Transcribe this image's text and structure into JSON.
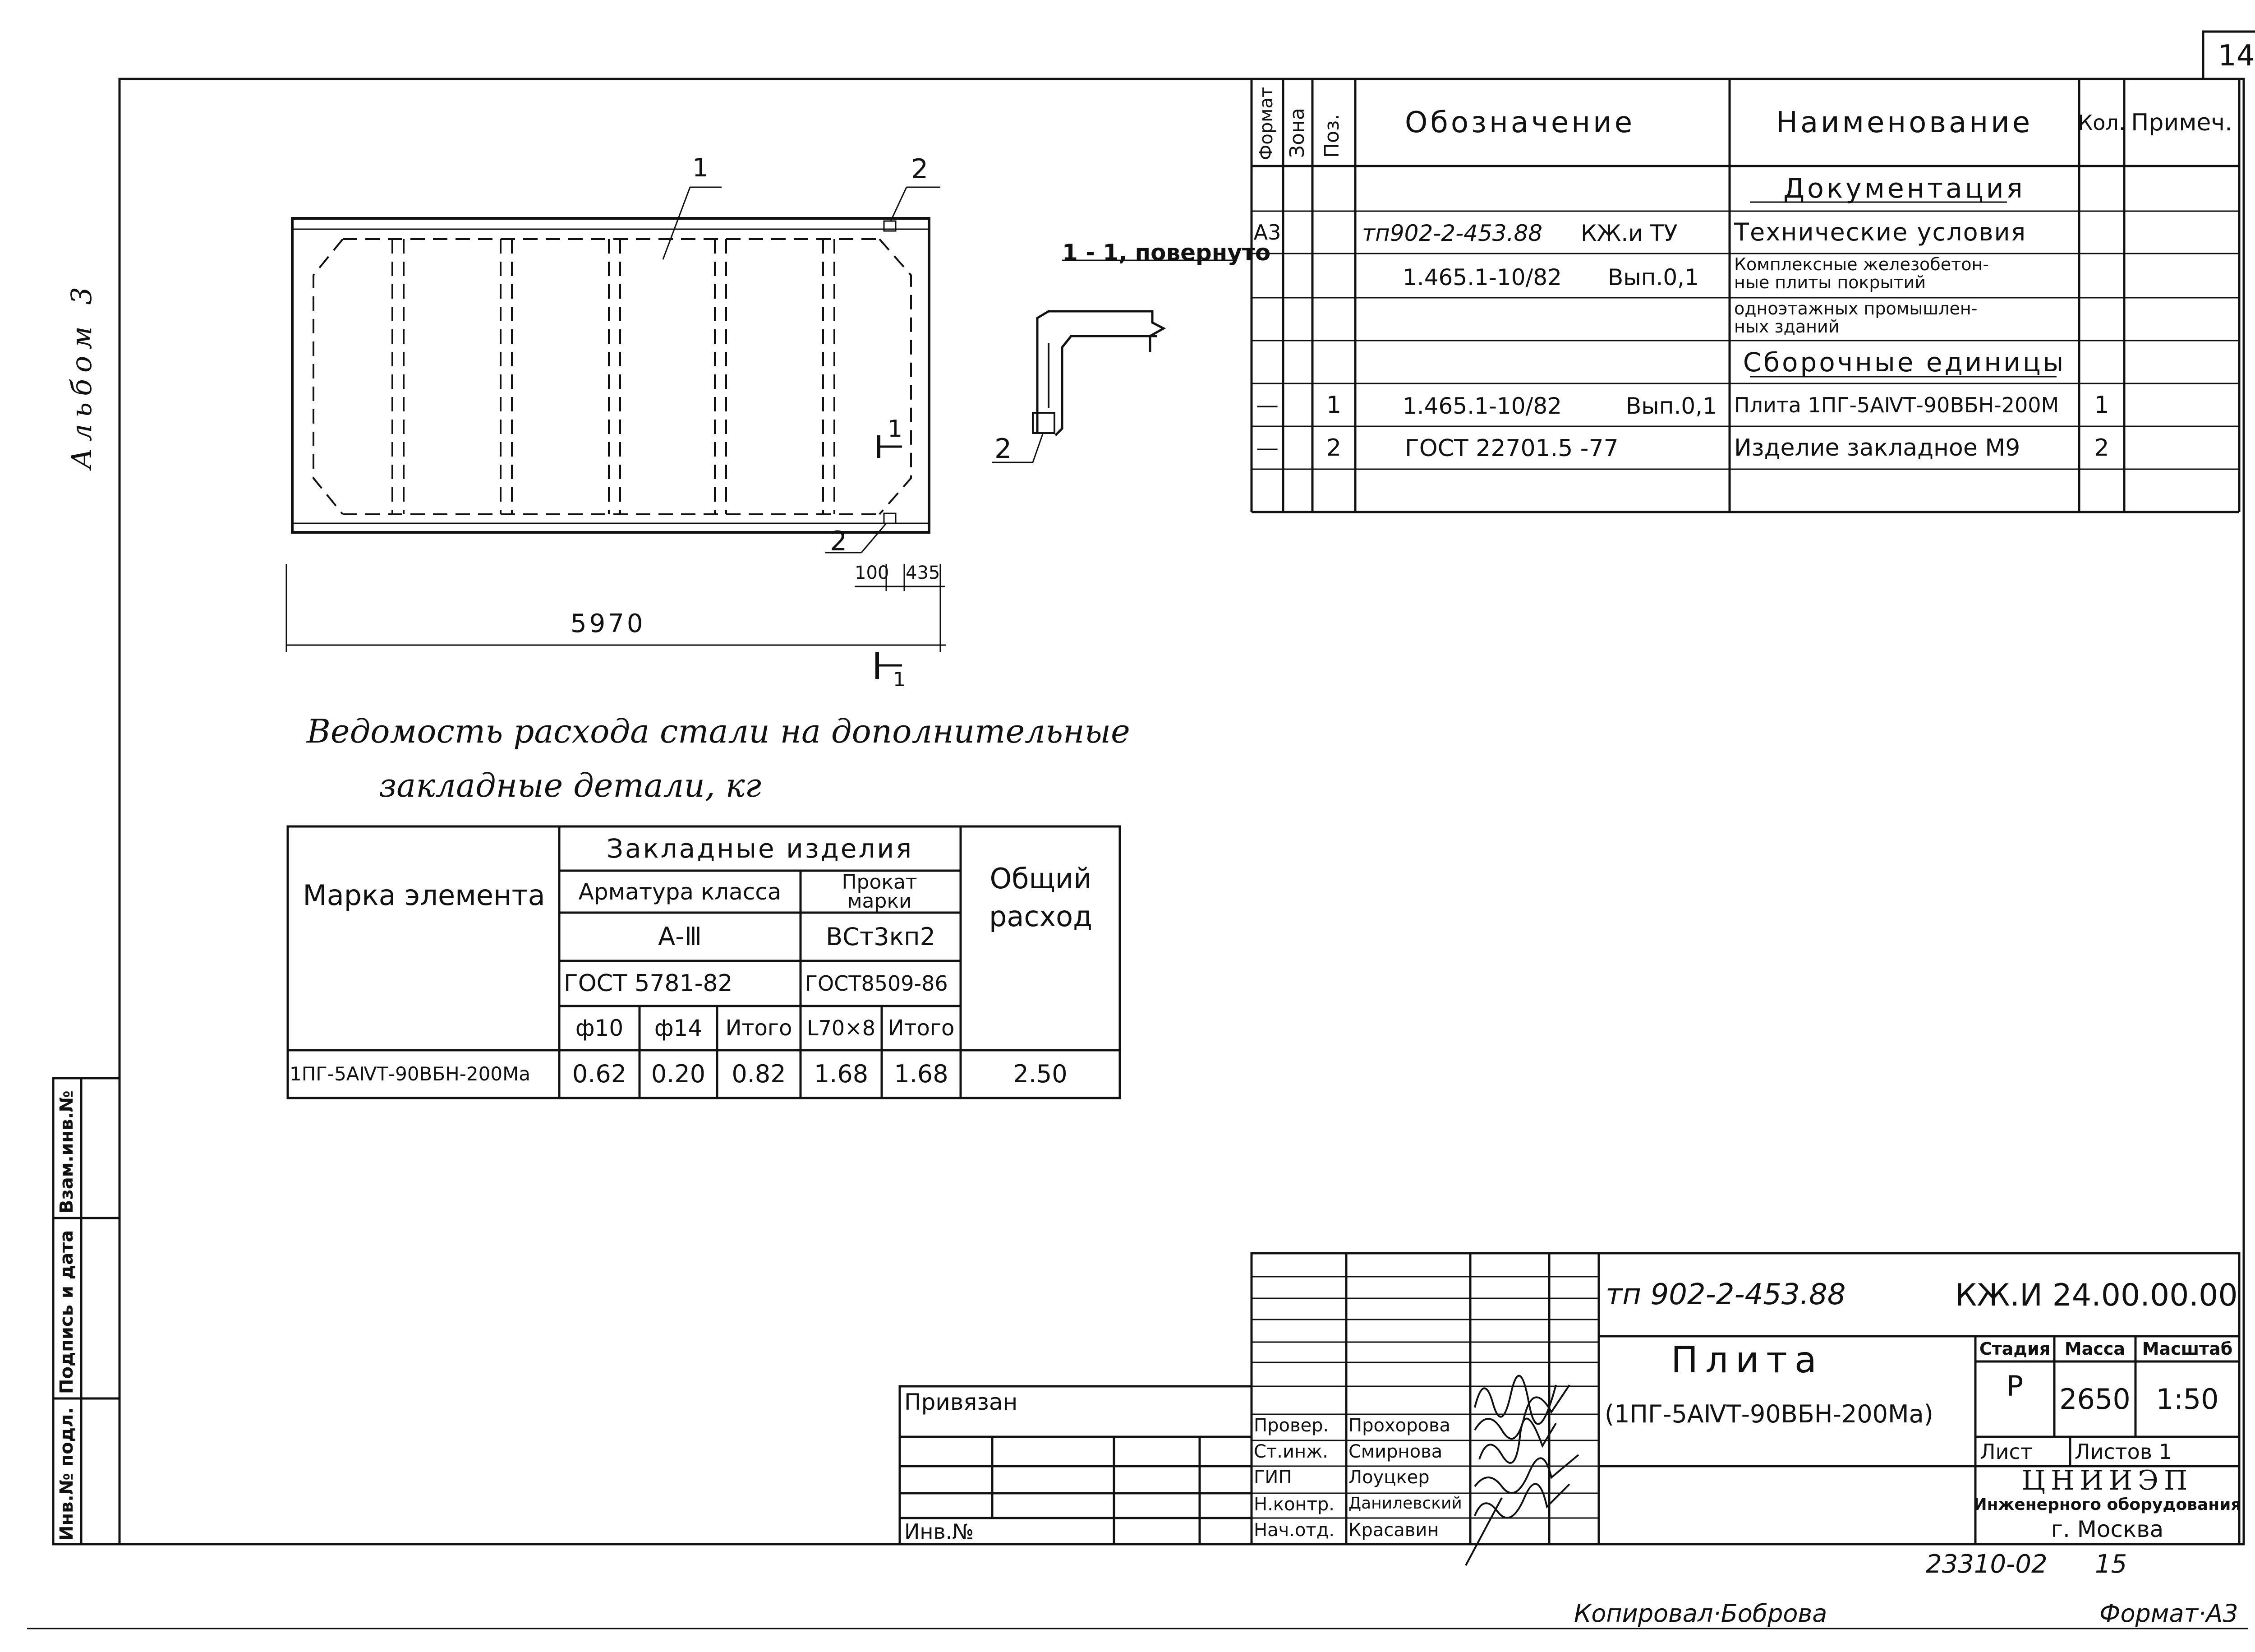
{
  "sheet": {
    "page_number": "14",
    "album": "Альбом 3",
    "copied_by": "Копировал·Боброва",
    "format": "Формат·А3",
    "archive_number": "23310-02",
    "archive_page": "15"
  },
  "spec_table": {
    "headers": {
      "format": "Формат",
      "zone": "Зона",
      "pos": "Поз.",
      "designation": "Обозначение",
      "name": "Наименование",
      "qty": "Кол.",
      "note": "Примеч."
    },
    "rows": [
      {
        "format": "",
        "zone": "",
        "pos": "",
        "designation": "",
        "designation2": "",
        "name": "Документация",
        "qty": "",
        "note": ""
      },
      {
        "format": "А3",
        "zone": "",
        "pos": "",
        "designation": "тп902-2-453.88",
        "designation2": "КЖ.и ТУ",
        "name": "Технические условия",
        "qty": "",
        "note": ""
      },
      {
        "format": "",
        "zone": "",
        "pos": "",
        "designation": "1.465.1-10/82",
        "designation2": "Вып.0,1",
        "name": "Комплексные железобетон-\nные плиты покрытий",
        "qty": "",
        "note": ""
      },
      {
        "format": "",
        "zone": "",
        "pos": "",
        "designation": "",
        "designation2": "",
        "name": "одноэтажных промышлен-\nных зданий",
        "qty": "",
        "note": ""
      },
      {
        "format": "",
        "zone": "",
        "pos": "",
        "designation": "",
        "designation2": "",
        "name": "Сборочные единицы",
        "qty": "",
        "note": ""
      },
      {
        "format": "—",
        "zone": "",
        "pos": "1",
        "designation": "1.465.1-10/82",
        "designation2": "Вып.0,1",
        "name": "Плита 1ПГ-5АⅣТ-90ВБН-200М",
        "qty": "1",
        "note": ""
      },
      {
        "format": "—",
        "zone": "",
        "pos": "2",
        "designation": "ГОСТ 22701.5 -77",
        "designation2": "",
        "name": "Изделие закладное М9",
        "qty": "2",
        "note": ""
      },
      {
        "format": "",
        "zone": "",
        "pos": "",
        "designation": "",
        "designation2": "",
        "name": "",
        "qty": "",
        "note": ""
      }
    ]
  },
  "plan_view": {
    "callout_1": "1",
    "callout_2_top": "2",
    "callout_2_bottom": "2",
    "section_mark": "1",
    "section_mark_bottom": "1",
    "dim_total": "5970",
    "dim_a": "100",
    "dim_b": "435"
  },
  "section_view": {
    "title": "1 - 1, повернуто",
    "callout": "2"
  },
  "steel_statement": {
    "title_line1": "Ведомость расхода стали на дополнительные",
    "title_line2": "закладные детали, кг",
    "h_element": "Марка элемента",
    "h_embedded": "Закладные изделия",
    "h_rebar": "Арматура класса",
    "h_rolled": "Прокат марки",
    "h_total": "Общий расход",
    "rebar_class": "А-Ⅲ",
    "rolled_grade": "ВСт3кп2",
    "rebar_gost": "ГОСТ 5781-82",
    "rolled_gost": "ГОСТ8509-86",
    "col_d10": "ф10",
    "col_d14": "ф14",
    "col_sum1": "Итого",
    "col_angle": "L70×8",
    "col_sum2": "Итого",
    "row": {
      "element": "1ПГ-5АⅣТ-90ВБН-200Ма",
      "d10": "0.62",
      "d14": "0.20",
      "sum1": "0.82",
      "angle": "1.68",
      "sum2": "1.68",
      "total": "2.50"
    }
  },
  "title_block": {
    "project_code": "тп 902-2-453.88",
    "doc_code": "КЖ.И 24.00.00.00",
    "title": "Плита",
    "subtitle": "(1ПГ-5АⅣТ-90ВБН-200Ма)",
    "stage_label": "Стадия",
    "mass_label": "Масса",
    "scale_label": "Масштаб",
    "stage": "Р",
    "mass": "2650",
    "scale": "1:50",
    "sheet_label": "Лист",
    "sheets_label": "Листов 1",
    "org_name": "ЦНИИЭП",
    "org_line2": "Инженерного оборудования",
    "org_city": "г. Москва",
    "bound_label": "Привязан",
    "inv_label": "Инв.№",
    "signatures": [
      {
        "role": "Провер.",
        "name": "Прохорова"
      },
      {
        "role": "Ст.инж.",
        "name": "Смирнова"
      },
      {
        "role": "ГИП",
        "name": "Лоуцкер"
      },
      {
        "role": "Н.контр.",
        "name": "Данилевский"
      },
      {
        "role": "Нач.отд.",
        "name": "Красавин"
      }
    ]
  },
  "side_stamp": {
    "inv_orig": "Инв.№ подл.",
    "sign_date": "Подпись и дата",
    "replace_inv": "Взам.инв.№"
  }
}
